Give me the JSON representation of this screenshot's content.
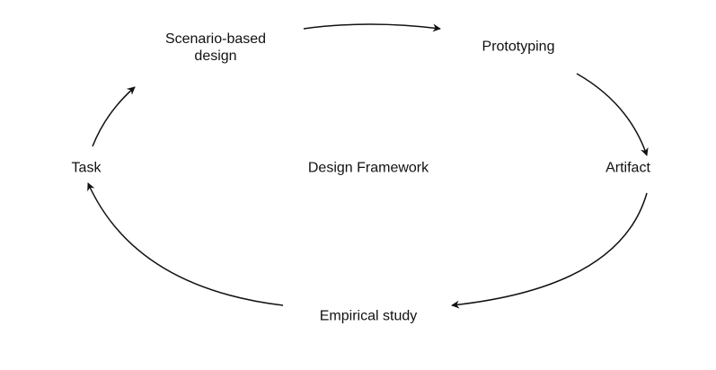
{
  "diagram": {
    "center_label": "Design Framework",
    "nodes": {
      "scenario": {
        "lines": [
          "Scenario-based",
          "design"
        ]
      },
      "prototyping": {
        "label": "Prototyping"
      },
      "artifact": {
        "label": "Artifact"
      },
      "empirical": {
        "label": "Empirical study"
      },
      "task": {
        "label": "Task"
      }
    },
    "colors": {
      "line": "#111111",
      "text": "#111111",
      "background": "#ffffff"
    }
  }
}
